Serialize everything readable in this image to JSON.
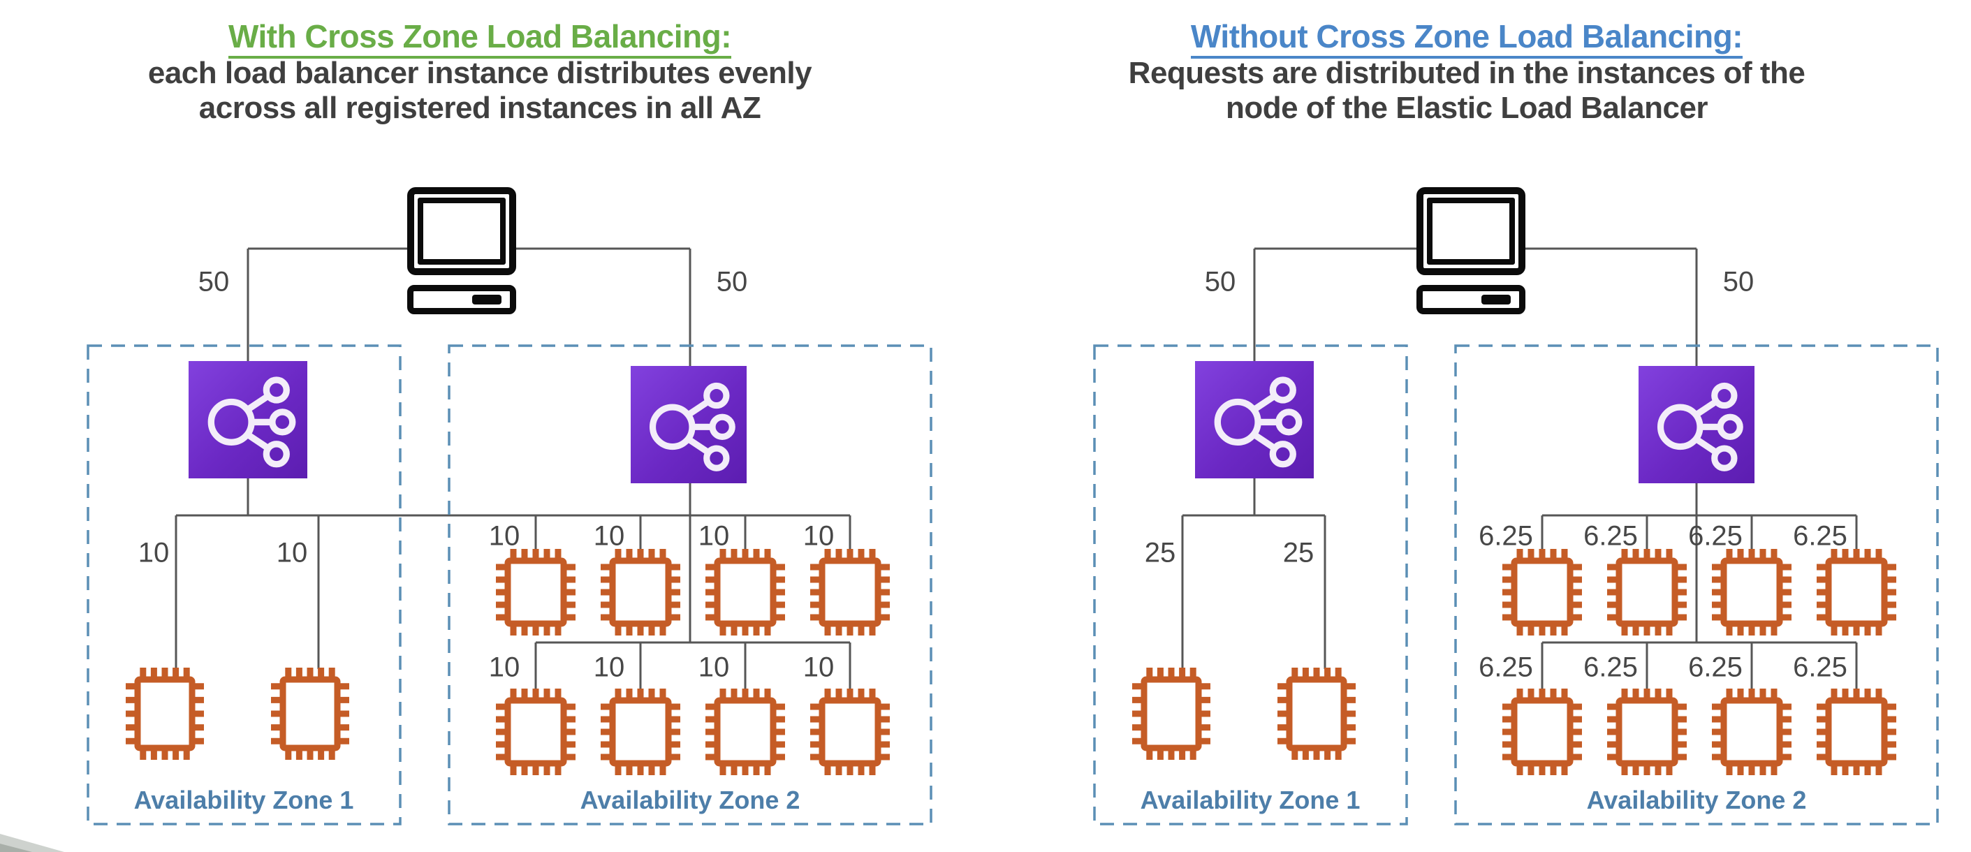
{
  "colors": {
    "background": "#ffffff",
    "green_title": "#69ad47",
    "blue_title": "#4a86c8",
    "subtitle_text": "#3f3f3f",
    "zone_border": "#5b8fb5",
    "zone_label": "#4d7ea9",
    "connector_line": "#565656",
    "number_text": "#474747",
    "load_balancer_purple_top": "#8241de",
    "load_balancer_purple_bottom": "#5c1db0",
    "instance_orange": "#c55c26",
    "client_black": "#0b0b0b"
  },
  "icons": {
    "client": "computer-icon",
    "load_balancer": "elastic-load-balancer-icon",
    "instance": "ec2-instance-icon"
  },
  "diagrams": [
    {
      "id": "with-cross-zone-load-balancing",
      "title": "With Cross Zone Load Balancing:",
      "title_color": "#69ad47",
      "subtitle_lines": [
        "each load balancer instance distributes evenly",
        "across all registered instances in all AZ"
      ],
      "client_branch_labels": [
        "50",
        "50"
      ],
      "zones": [
        {
          "label": "Availability Zone 1",
          "has_load_balancer": true,
          "instance_labels": [
            "10",
            "10"
          ]
        },
        {
          "label": "Availability Zone 2",
          "has_load_balancer": true,
          "instance_labels": [
            "10",
            "10",
            "10",
            "10",
            "10",
            "10",
            "10",
            "10"
          ]
        }
      ]
    },
    {
      "id": "without-cross-zone-load-balancing",
      "title": "Without Cross Zone Load Balancing:",
      "title_color": "#4a86c8",
      "subtitle_lines": [
        "Requests are distributed in the instances of the",
        "node of the Elastic Load Balancer"
      ],
      "client_branch_labels": [
        "50",
        "50"
      ],
      "zones": [
        {
          "label": "Availability Zone 1",
          "has_load_balancer": true,
          "instance_labels": [
            "25",
            "25"
          ]
        },
        {
          "label": "Availability Zone 2",
          "has_load_balancer": true,
          "instance_labels": [
            "6.25",
            "6.25",
            "6.25",
            "6.25",
            "6.25",
            "6.25",
            "6.25",
            "6.25"
          ]
        }
      ]
    }
  ]
}
